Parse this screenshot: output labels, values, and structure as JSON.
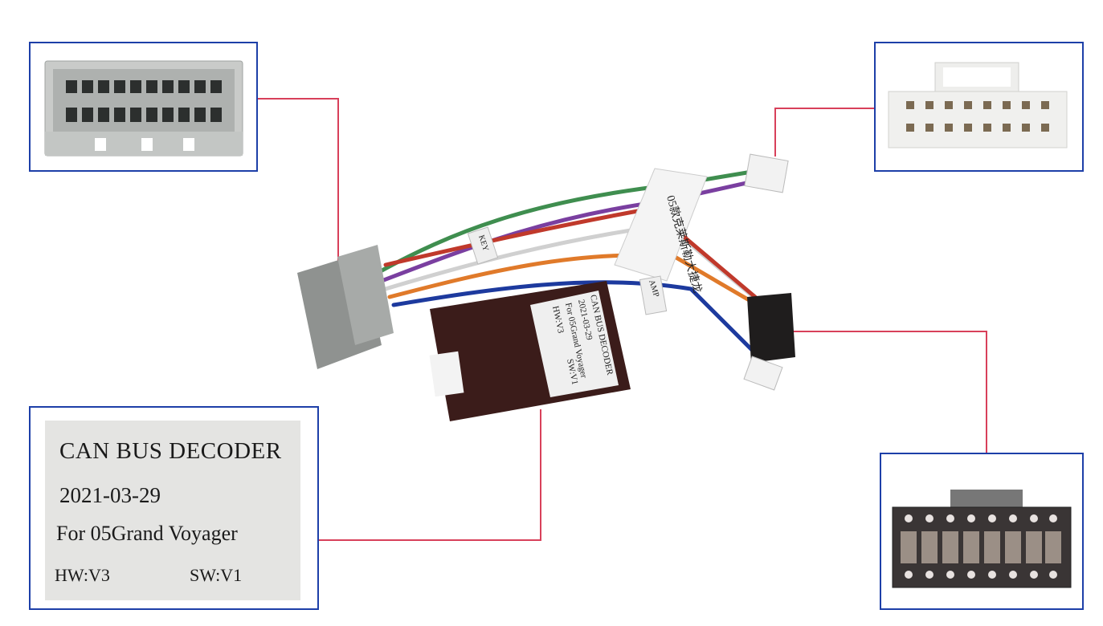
{
  "decoder_label": {
    "title": "CAN BUS DECODER",
    "date": "2021-03-29",
    "model": "For 05Grand Voyager",
    "hw": "HW:V3",
    "sw": "SW:V1"
  },
  "harness_tags": {
    "model_tag": "05款克莱斯勒大捷龙",
    "key_tag": "KEY",
    "amp_tag": "AMP"
  },
  "colors": {
    "frame": "#1d3fa8",
    "leader": "#d8405a"
  }
}
